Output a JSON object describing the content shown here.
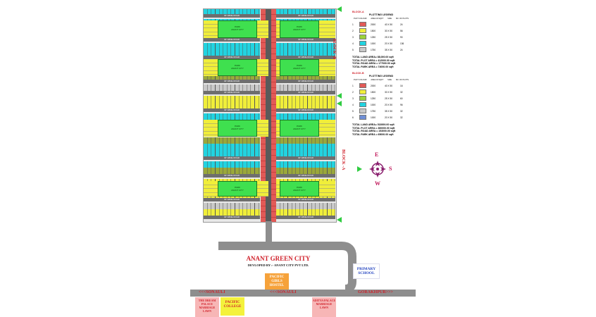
{
  "block_labels": {
    "top": "BLOCK -B",
    "bottom": "BLOCK -A"
  },
  "legend_b": {
    "block": "BLOCK-A",
    "title": "PLOTTING LEGEND",
    "headers": [
      "PLOT COLOUR",
      "AREA IN SQFT",
      "SIZE",
      "NO. OF PLOTS"
    ],
    "rows": [
      {
        "n": "1",
        "color": "#e25a57",
        "area": "2000",
        "size": "40 X 50",
        "plots": "24"
      },
      {
        "n": "2",
        "color": "#f0ee3a",
        "area": "1500",
        "size": "30 X 50",
        "plots": "56"
      },
      {
        "n": "3",
        "color": "#9bd23b",
        "area": "1250",
        "size": "25 X 50",
        "plots": "90"
      },
      {
        "n": "4",
        "color": "#22d3e0",
        "area": "1000",
        "size": "20 X 50",
        "plots": "136"
      },
      {
        "n": "5",
        "color": "#c9c9c9",
        "area": "1750",
        "size": "35 X 50",
        "plots": "24"
      }
    ],
    "totals": [
      "TOTAL LAND AREA= 88,000.00 sqft",
      "TOTAL PLOT AREA = 412000.00 sqft",
      "TOTAL ROAD AREA = 177000.00 sqft",
      "TOTAL PARK AREA = 74000.00 sqft"
    ]
  },
  "legend_a": {
    "block": "BLOCK-B",
    "title": "PLOTTING LEGEND",
    "headers": [
      "PLOT COLOUR",
      "AREA IN SQFT",
      "SIZE",
      "NO. OF PLOTS"
    ],
    "rows": [
      {
        "n": "1",
        "color": "#e25a57",
        "area": "2000",
        "size": "40 X 50",
        "plots": "16"
      },
      {
        "n": "2",
        "color": "#f0ee3a",
        "area": "1500",
        "size": "30 X 50",
        "plots": "32"
      },
      {
        "n": "3",
        "color": "#9bd23b",
        "area": "1250",
        "size": "25 X 50",
        "plots": "60"
      },
      {
        "n": "4",
        "color": "#22d3e0",
        "area": "1000",
        "size": "20 X 50",
        "plots": "96"
      },
      {
        "n": "5",
        "color": "#c9c9c9",
        "area": "1750",
        "size": "35 X 50",
        "plots": "32"
      },
      {
        "n": "6",
        "color": "#6f8fd6",
        "area": "1000",
        "size": "20 X 50",
        "plots": "32"
      }
    ],
    "totals": [
      "TOTAL LAND AREA= 518000.00 sqft",
      "TOTAL PLOT AREA = 280000.00 sqft",
      "TOTAL ROAD AREA = 153000.00 sqft",
      "TOTAL PARK AREA = 65000.00 sqft"
    ]
  },
  "compass": {
    "e": "E",
    "s": "S",
    "w": "W"
  },
  "road_label": "30' WIDE ROAD",
  "park": {
    "title": "PARK",
    "line2": "ANANT CITY"
  },
  "title": "ANANT GREEN CITY",
  "developer": "DEVLOPED BY :- ANANT CITY PVT LTD.",
  "landmarks": {
    "hostel": "PACIFIC GIRLS HOSTEL",
    "school": "PRIMARY SCHOOL",
    "dream_palace": "THE DREAM PALACE MARRIAGE LAWN",
    "college": "PACIFIC COLLEGE",
    "aditya": "ADITYA PALACE MARRIAGE LAWN"
  },
  "highway": {
    "left": "<<<SONAULI",
    "middle": "<<<SONAULI",
    "right": "GORAKHPUR>>>"
  },
  "colors": {
    "cyan": "#22d3e0",
    "yellow": "#f0ee3a",
    "olive": "#9aa83a",
    "red": "#e25a57",
    "park": "#3fe04f",
    "grey": "#c9c9c9"
  }
}
